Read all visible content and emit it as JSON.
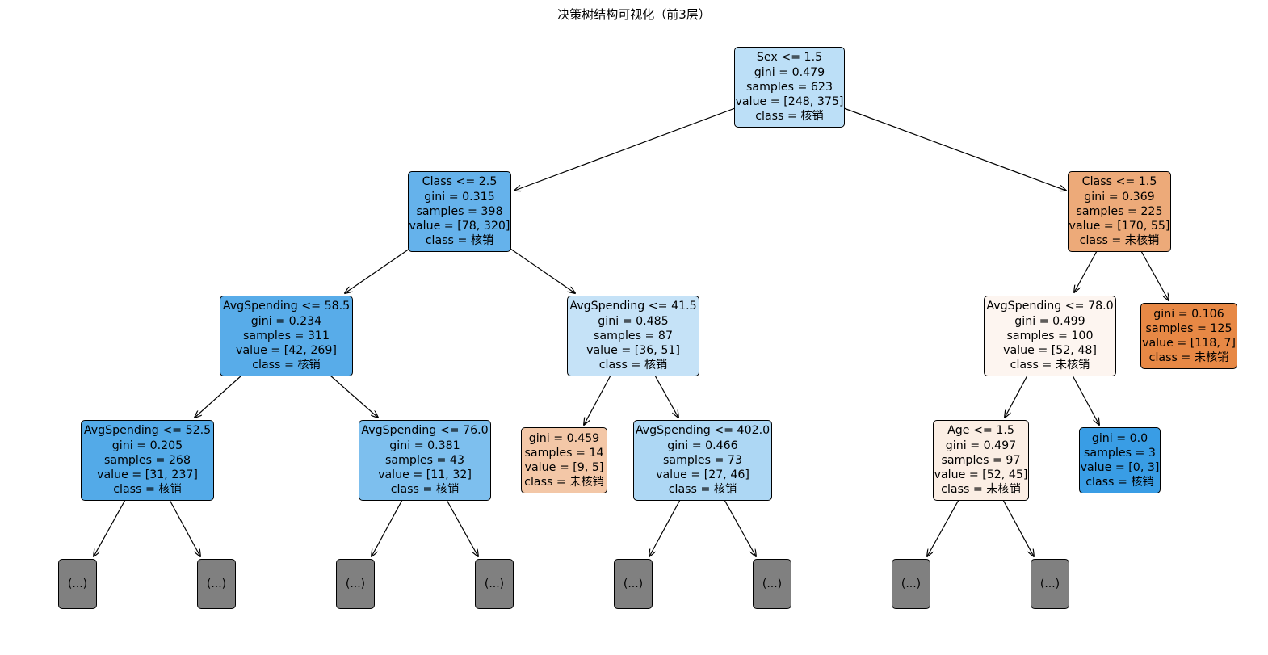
{
  "title": "决策树结构可视化（前3层）",
  "nodes": {
    "root": {
      "lines": [
        "Sex <= 1.5",
        "gini = 0.479",
        "samples = 623",
        "value = [248, 375]",
        "class = 核销"
      ],
      "color": "#bcdff7"
    },
    "n_l": {
      "lines": [
        "Class <= 2.5",
        "gini = 0.315",
        "samples = 398",
        "value = [78, 320]",
        "class = 核销"
      ],
      "color": "#65b2eb"
    },
    "n_r": {
      "lines": [
        "Class <= 1.5",
        "gini = 0.369",
        "samples = 225",
        "value = [170, 55]",
        "class = 未核销"
      ],
      "color": "#edaa79"
    },
    "n_ll": {
      "lines": [
        "AvgSpending <= 58.5",
        "gini = 0.234",
        "samples = 311",
        "value = [42, 269]",
        "class = 核销"
      ],
      "color": "#58ace9"
    },
    "n_lr": {
      "lines": [
        "AvgSpending <= 41.5",
        "gini = 0.485",
        "samples = 87",
        "value = [36, 51]",
        "class = 核销"
      ],
      "color": "#c5e2f7"
    },
    "n_rl": {
      "lines": [
        "AvgSpending <= 78.0",
        "gini = 0.499",
        "samples = 100",
        "value = [52, 48]",
        "class = 未核销"
      ],
      "color": "#fdf5f0"
    },
    "n_rr": {
      "lines": [
        "gini = 0.106",
        "samples = 125",
        "value = [118, 7]",
        "class = 未核销"
      ],
      "color": "#e78845"
    },
    "n_lll": {
      "lines": [
        "AvgSpending <= 52.5",
        "gini = 0.205",
        "samples = 268",
        "value = [31, 237]",
        "class = 核销"
      ],
      "color": "#53aae8"
    },
    "n_llr": {
      "lines": [
        "AvgSpending <= 76.0",
        "gini = 0.381",
        "samples = 43",
        "value = [11, 32]",
        "class = 核销"
      ],
      "color": "#7dbfee"
    },
    "n_lrl": {
      "lines": [
        "gini = 0.459",
        "samples = 14",
        "value = [9, 5]",
        "class = 未核销"
      ],
      "color": "#f3c7a7"
    },
    "n_lrr": {
      "lines": [
        "AvgSpending <= 402.0",
        "gini = 0.466",
        "samples = 73",
        "value = [27, 46]",
        "class = 核销"
      ],
      "color": "#add7f4"
    },
    "n_rll": {
      "lines": [
        "Age <= 1.5",
        "gini = 0.497",
        "samples = 97",
        "value = [52, 45]",
        "class = 未核销"
      ],
      "color": "#fbeee4"
    },
    "n_rlr": {
      "lines": [
        "gini = 0.0",
        "samples = 3",
        "value = [0, 3]",
        "class = 核销"
      ],
      "color": "#399de5"
    }
  },
  "truncated_label": "(...)",
  "truncated_color": "#808080"
}
